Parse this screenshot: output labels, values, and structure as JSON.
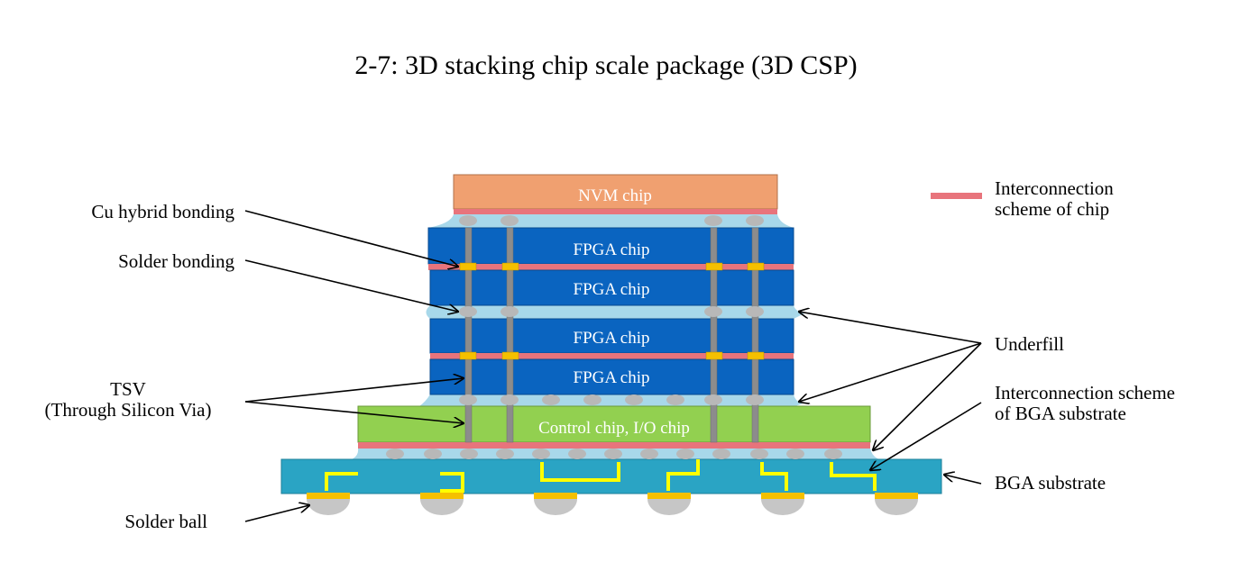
{
  "title": "2-7: 3D stacking chip scale package (3D CSP)",
  "chips": {
    "nvm": "NVM chip",
    "fpga": [
      "FPGA chip",
      "FPGA chip",
      "FPGA chip",
      "FPGA chip"
    ],
    "control": "Control chip, I/O chip"
  },
  "labels": {
    "cu_hybrid_bonding": "Cu hybrid bonding",
    "solder_bonding": "Solder bonding",
    "tsv_line1": "TSV",
    "tsv_line2": "(Through Silicon Via)",
    "solder_ball": "Solder ball",
    "underfill": "Underfill",
    "interconnection_bga_line1": "Interconnection scheme",
    "interconnection_bga_line2": "of BGA substrate",
    "bga_substrate": "BGA substrate"
  },
  "legend": {
    "line1": "Interconnection",
    "line2": "scheme of chip",
    "color": "#e8747c"
  },
  "colors": {
    "nvm": "#f0a070",
    "fpga": "#0a64c0",
    "control": "#92d050",
    "substrate": "#2aa4c4",
    "underfill": "#a8d8ea",
    "interconnect": "#e8747c",
    "bump": "#b8b8b8",
    "tsv": "#8c8c8c",
    "pad": "#f5c000",
    "bga_trace": "#ffff00"
  }
}
